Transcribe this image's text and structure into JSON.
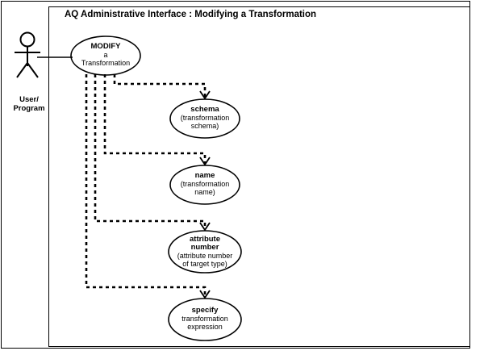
{
  "diagram": {
    "title": "AQ Administrative Interface : Modifying a Transformation",
    "type": "uml-use-case-diagram",
    "colors": {
      "stroke": "#000000",
      "background": "#ffffff"
    }
  },
  "actor": {
    "name": "User/Program",
    "label_line1": "User/",
    "label_line2": "Program",
    "icon": "stick-figure-actor-icon"
  },
  "use_cases": [
    {
      "id": "modify-a-transformation",
      "lines": [
        "MODIFY",
        "a",
        "Transformation"
      ],
      "emphasis_line": "MODIFY",
      "line1": "MODIFY",
      "line2": "a",
      "line3": "Transformation"
    },
    {
      "id": "schema",
      "lines": [
        "schema",
        "(transformation",
        "schema)"
      ],
      "line1": "schema",
      "line2": "(transformation",
      "line3": "schema)"
    },
    {
      "id": "name",
      "lines": [
        "name",
        "(transformation",
        "name)"
      ],
      "line1": "name",
      "line2": "(transformation",
      "line3": "name)"
    },
    {
      "id": "attribute-number",
      "lines": [
        "attribute",
        "number",
        "(attribute number",
        "of target type)"
      ],
      "line1": "attribute",
      "line2": "number",
      "line3": "(attribute number",
      "line4": "of target type)"
    },
    {
      "id": "specify-transformation-expression",
      "lines": [
        "specify",
        "transformation",
        "expression"
      ],
      "line1": "specify",
      "line2": "transformation",
      "line3": "expression"
    }
  ],
  "connections": [
    {
      "from": "actor",
      "to": "modify-a-transformation",
      "style": "solid",
      "kind": "association"
    },
    {
      "from": "modify-a-transformation",
      "to": "schema",
      "style": "dashed",
      "kind": "include-arrow"
    },
    {
      "from": "modify-a-transformation",
      "to": "name",
      "style": "dashed",
      "kind": "include-arrow"
    },
    {
      "from": "modify-a-transformation",
      "to": "attribute-number",
      "style": "dashed",
      "kind": "include-arrow"
    },
    {
      "from": "modify-a-transformation",
      "to": "specify-transformation-expression",
      "style": "dashed",
      "kind": "include-arrow"
    }
  ]
}
